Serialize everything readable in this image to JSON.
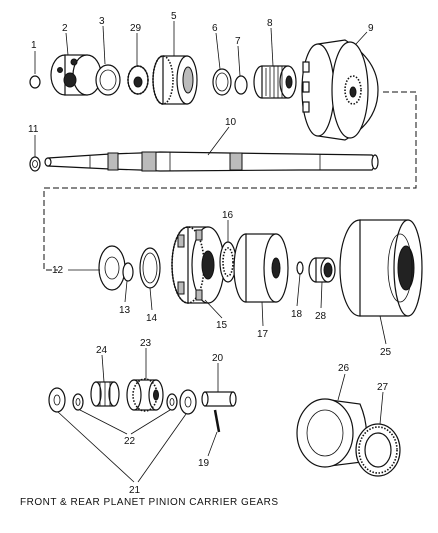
{
  "caption": "FRONT & REAR PLANET PINION CARRIER GEARS",
  "callouts": [
    "1",
    "2",
    "3",
    "29",
    "5",
    "6",
    "7",
    "8",
    "9",
    "10",
    "11",
    "16",
    "12",
    "13",
    "14",
    "15",
    "17",
    "18",
    "28",
    "25",
    "24",
    "23",
    "20",
    "22",
    "21",
    "19",
    "26",
    "27"
  ]
}
